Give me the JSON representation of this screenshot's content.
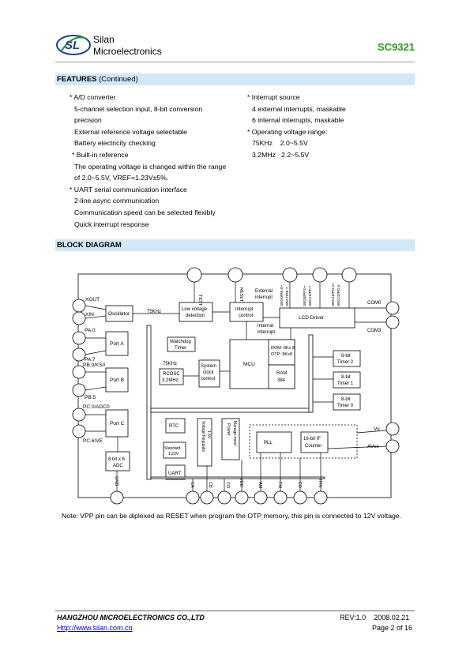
{
  "header": {
    "logo_text": "SL",
    "company_line1": "Silan",
    "company_line2": "Microelectronics",
    "doc_id": "SC9321"
  },
  "features": {
    "title": "FEATURES",
    "title_sub": "(Continued)",
    "left": [
      "* A/D converter",
      "5-channel selection input, 8-bit conversion",
      "precision",
      "External reference voltage selectable",
      "Battery electricity checking",
      "* Built-in reference",
      "The operating voltage is changed within the range",
      "of 2.0~5.5V,  VREF=1.23V±5%.",
      "* UART serial communication interface",
      "2-line async communication",
      "Communication speed can be selected flexibly",
      "Quick interrupt response"
    ],
    "right": [
      "* Interrupt source",
      "4 external interrupts, maskable",
      "6 internal interrupts, maskable",
      "* Operating voltage range:",
      "75KHz    2.0~5.5V",
      "3.2MHz   2.2~5.5V"
    ]
  },
  "block_diagram": {
    "title": "BLOCK DIAGRAM",
    "labels": {
      "xout": "XOUT",
      "xin": "XIN",
      "pa0": "PA.0",
      "pa7": "PA.7",
      "pb0": "PB.0/KS0",
      "pb5": "PB.5",
      "pc0": "PC.0/ADC0",
      "pc6": "PC.6/VE",
      "oscillator": "Oscillator",
      "f75k": "75KHz",
      "low_voltage": "Low voltage",
      "detection": "detection",
      "test": "TEST",
      "reset": "RESET",
      "external": "External",
      "interrupt": "interrupt",
      "int_ctrl1": "Interrupt",
      "int_ctrl2": "control",
      "internal": "Internal",
      "interrupt2": "interrupt",
      "seg_a1": "SEG0/PE.0~",
      "seg_a2": "SEG7/PE.7",
      "seg_b1": "SEG8/PF.0~",
      "seg_b2": "SEG15/PF.7",
      "seg_c1": "SEG16/PG.0~",
      "seg_c2": "SEG23/PG.6",
      "lcd_driver": "LCD Driver",
      "com0": "COM0",
      "com3": "COM3",
      "port_a": "Port A",
      "port_b": "Port B",
      "port_c": "Port C",
      "watchdog1": "Watchdog",
      "watchdog2": "Timer",
      "f75k_2": "75KHz",
      "rcosc1": "RCOSC",
      "rcosc2": "3.2MHz",
      "sys1": "System",
      "sys2": "clock",
      "sys3": "control",
      "mcu": "MCU",
      "rom": "ROM: 8Kx 8",
      "otp": "OTP: 8Kx8",
      "ram1": "RAM",
      "ram2": "384",
      "t2a": "8-bit",
      "t2b": "Timer 2",
      "t1a": "8-bit",
      "t1b": "Timer 1",
      "t0a": "8-bit",
      "t0b": "Timer 0",
      "rtc": "RTC",
      "std1": "Standard",
      "std2": "1.23V",
      "vreg": "Voltage Regulator",
      "vreg2": "1.5V",
      "pwr1": "Power",
      "pwr2": "Manage-ment",
      "pll": "PLL",
      "if1": "16-bit IF",
      "if2": "Counter",
      "vo": "Vo",
      "avss": "AVss",
      "adc1": "8 bit x 6",
      "adc2": "ADC",
      "uart": "UART",
      "gnd": "GND",
      "ca": "CA",
      "cb": "CB",
      "co": "CO",
      "vdd": "VDD",
      "am": "AM",
      "fm": "FM",
      "eo": "EO",
      "ifin": "IFIN"
    }
  },
  "note": {
    "text": "Note:  VPP  pin  can  be  diplexed  as  RESET  when  program  the  OTP  memory,  this  pin  is  connected  to  12V  voltage."
  },
  "footer": {
    "company": "HANGZHOU MICROELECTRONICS CO.,LTD",
    "rev": "REV:1.0",
    "date": "2008.02.21",
    "url": "Http://www.silan.com.cn",
    "page": "Page 2 of 16"
  },
  "colors": {
    "accent_green": "#2a9a1a",
    "section_bar": "#d3e8f7",
    "logo_blue": "#1f3f9a"
  }
}
